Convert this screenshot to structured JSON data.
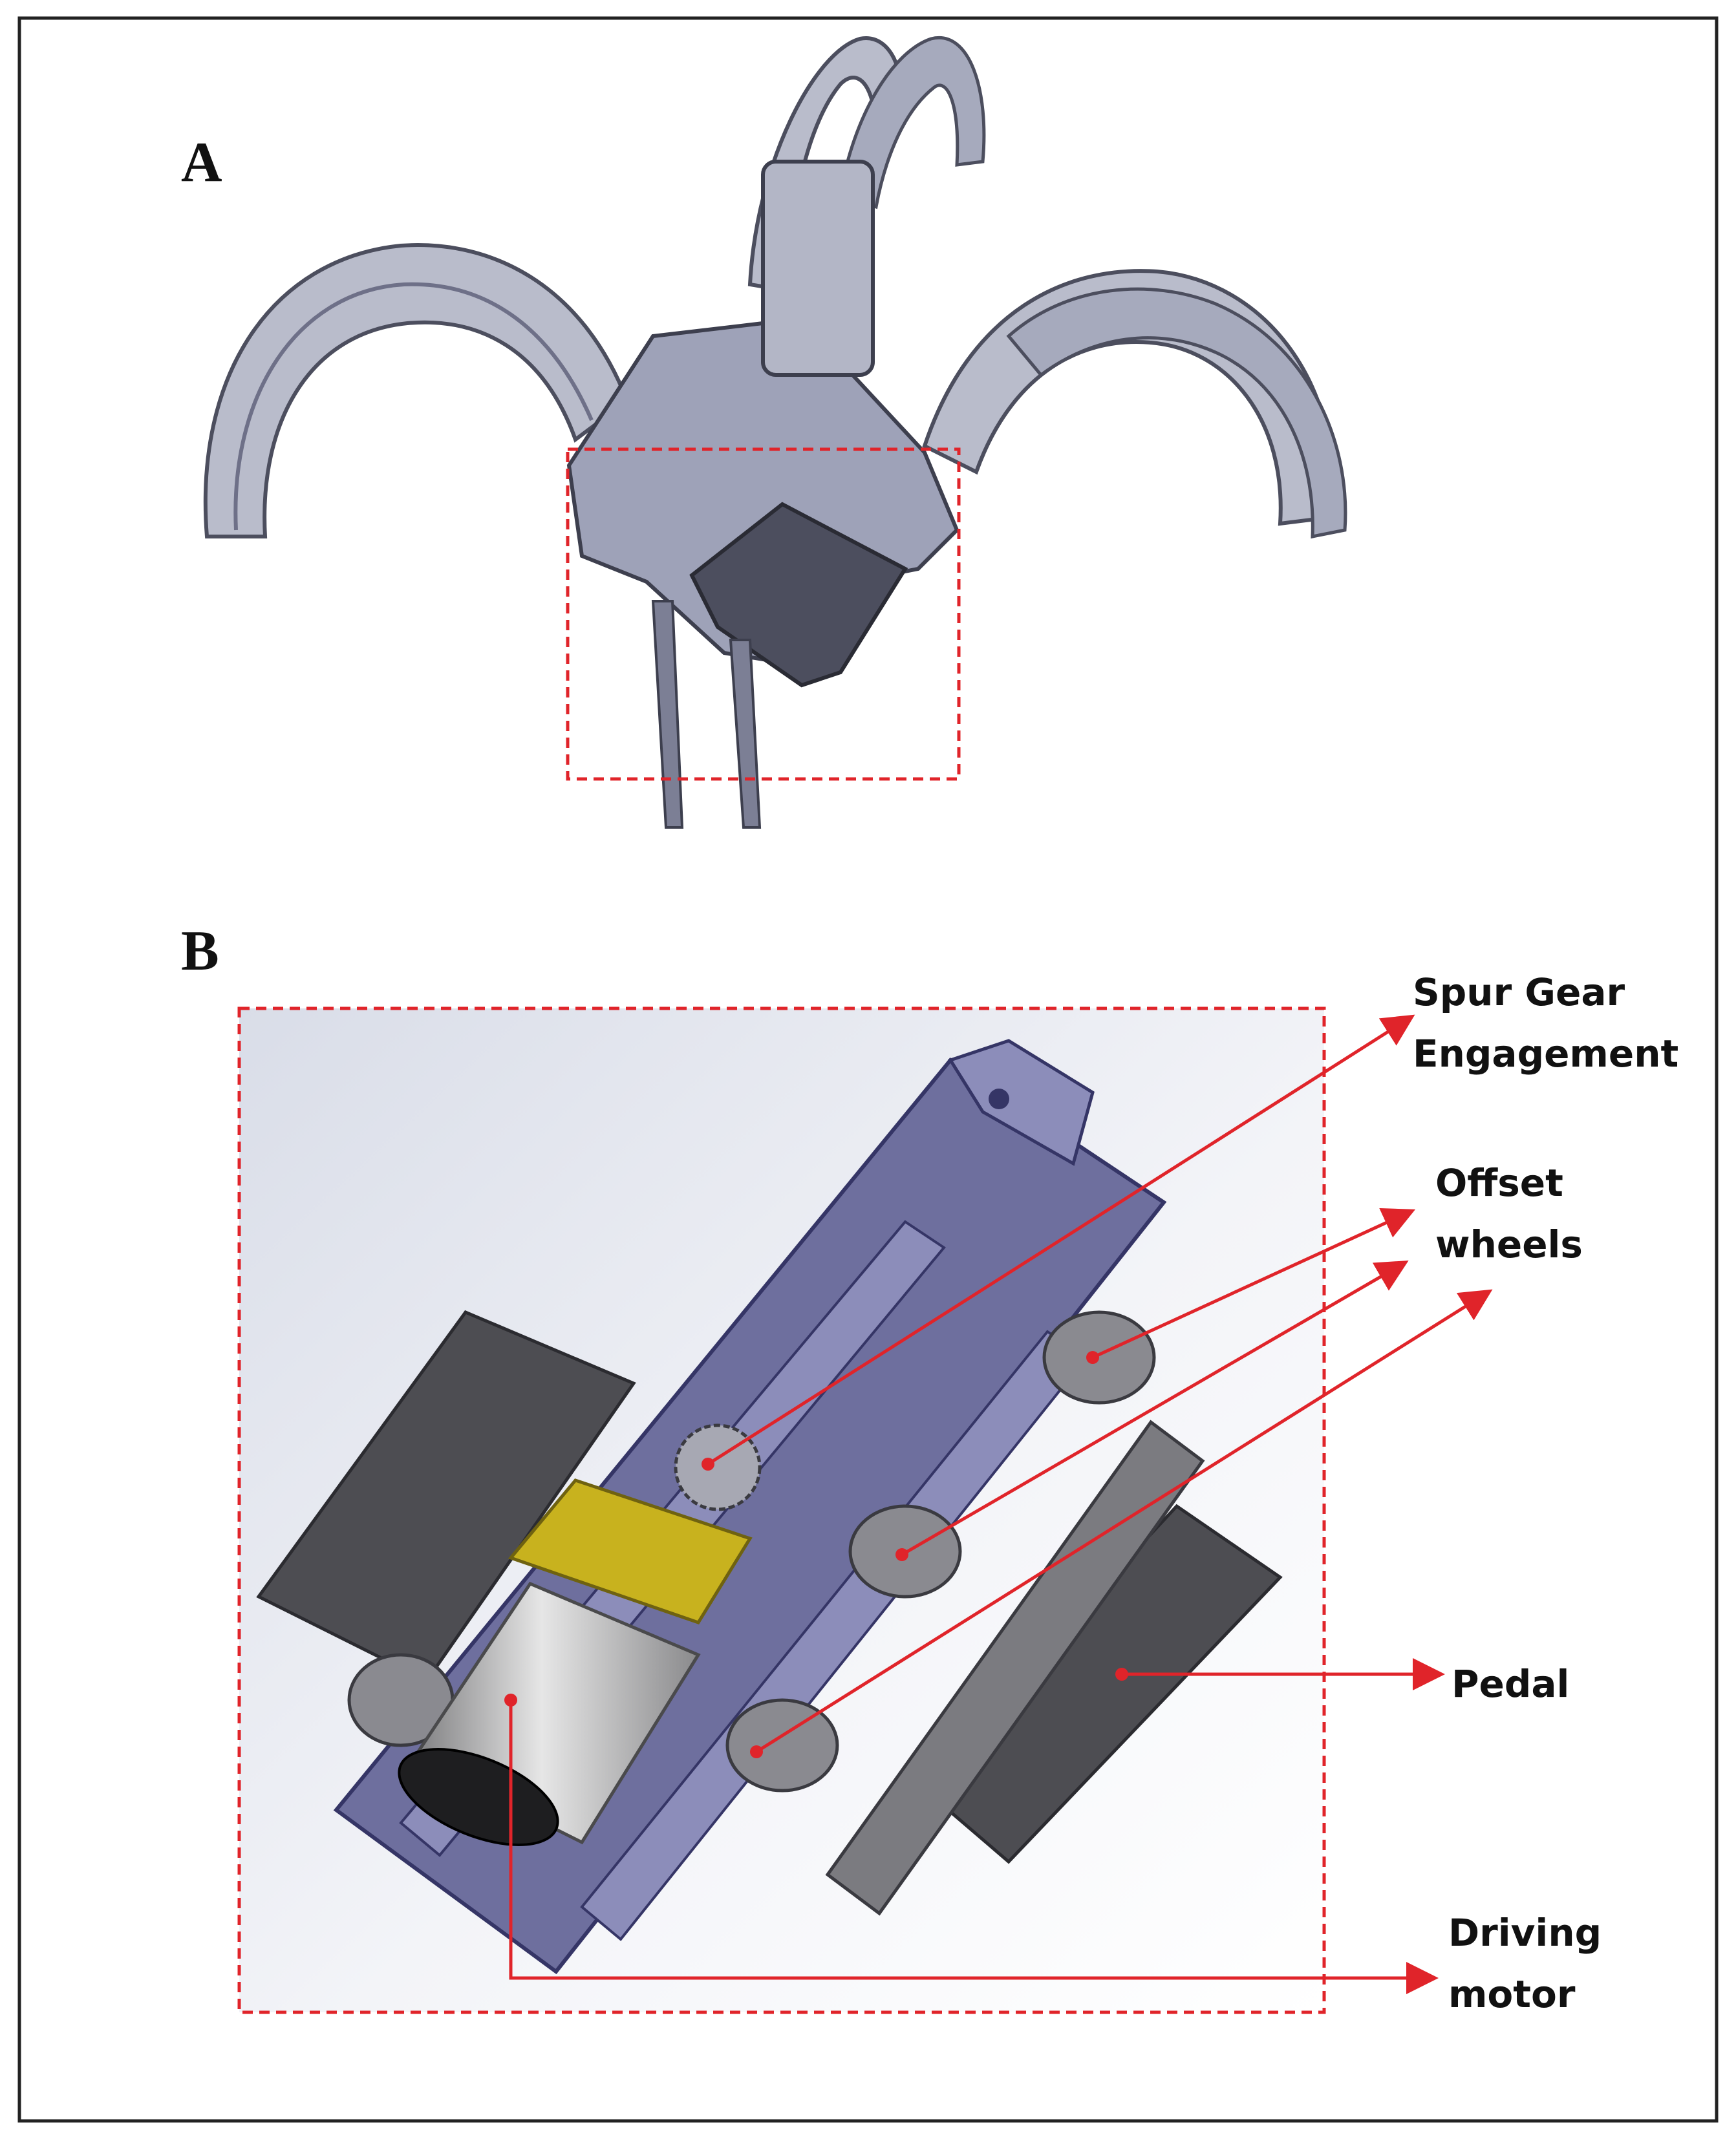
{
  "figure": {
    "panel_a": {
      "letter": "A"
    },
    "panel_b": {
      "letter": "B"
    },
    "callouts": {
      "spur_gear": {
        "line1": "Spur Gear",
        "line2": "Engagement"
      },
      "offset_wheels": {
        "line1": "Offset",
        "line2": "wheels"
      },
      "pedal": {
        "line1": "Pedal"
      },
      "driving_motor": {
        "line1": "Driving",
        "line2": "motor"
      }
    }
  },
  "colors": {
    "frame": "#222222",
    "highlight_box": "#e0242a",
    "leader_line": "#e0242a",
    "part_grey_light": "#b9bccb",
    "part_grey_mid": "#8a8ea6",
    "part_grey_dark": "#4c4e5e",
    "part_blue": "#6e6f9e",
    "gear_yellow": "#c8b21e",
    "motor_silver": "#bdbdbd"
  }
}
